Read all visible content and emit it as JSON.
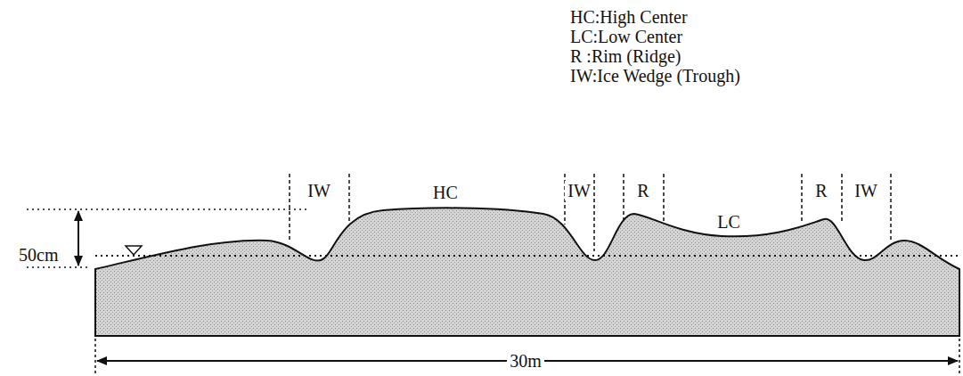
{
  "diagram": {
    "labels": [
      "HC:High Center",
      "LC:Low Center",
      "R :Rim (Ridge)",
      "IW:Ice Wedge (Trough)",
      "IW",
      "HC",
      "IW",
      "R",
      "LC",
      "R",
      "IW",
      "50cm",
      "30m"
    ]
  }
}
